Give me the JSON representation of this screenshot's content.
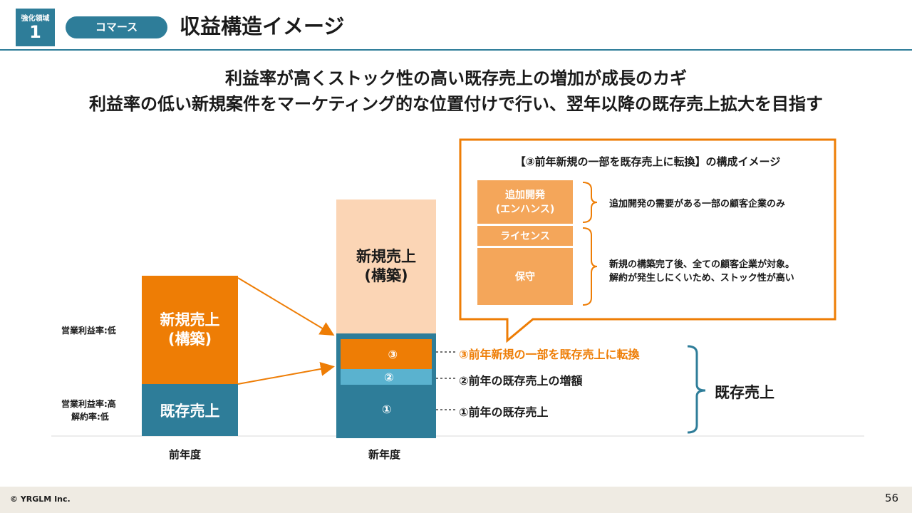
{
  "header": {
    "badge_label": "強化領域",
    "badge_number": "1",
    "category": "コマース",
    "title": "収益構造イメージ"
  },
  "lead": {
    "line1": "利益率が高くストック性の高い既存売上の増加が成長のカギ",
    "line2": "利益率の低い新規案件をマーケティング的な位置付けで行い、翌年以降の既存売上拡大を目指す"
  },
  "prev_year": {
    "new_sales_line1": "新規売上",
    "new_sales_line2": "(構築)",
    "existing_sales": "既存売上",
    "margin_low": "営業利益率:低",
    "margin_high": "営業利益率:高",
    "churn_low": "解約率:低",
    "axis_label": "前年度"
  },
  "new_year": {
    "new_sales_line1": "新規売上",
    "new_sales_line2": "(構築)",
    "marker3": "③",
    "marker2": "②",
    "marker1": "①",
    "axis_label": "新年度"
  },
  "annotations": {
    "item3": "③前年新規の一部を既存売上に転換",
    "item2": "②前年の既存売上の増額",
    "item1": "①前年の既存売上",
    "bracket_label": "既存売上"
  },
  "callout": {
    "title": "【③前年新規の一部を既存売上に転換】の構成イメージ",
    "box_dev_line1": "追加開発",
    "box_dev_line2": "(エンハンス)",
    "box_license": "ライセンス",
    "box_maintenance": "保守",
    "note1": "追加開発の需要がある一部の顧客企業のみ",
    "note2_line1": "新規の構築完了後、全ての顧客企業が対象。",
    "note2_line2": "解約が発生しにくいため、ストック性が高い"
  },
  "footer": {
    "copyright": "© YRGLM Inc.",
    "page_number": "56"
  },
  "colors": {
    "teal": "#2e7d99",
    "orange": "#ee7d05",
    "peach": "#fbd5b5",
    "light_blue": "#5ab2cf",
    "callout_orange": "#f4a65a"
  }
}
